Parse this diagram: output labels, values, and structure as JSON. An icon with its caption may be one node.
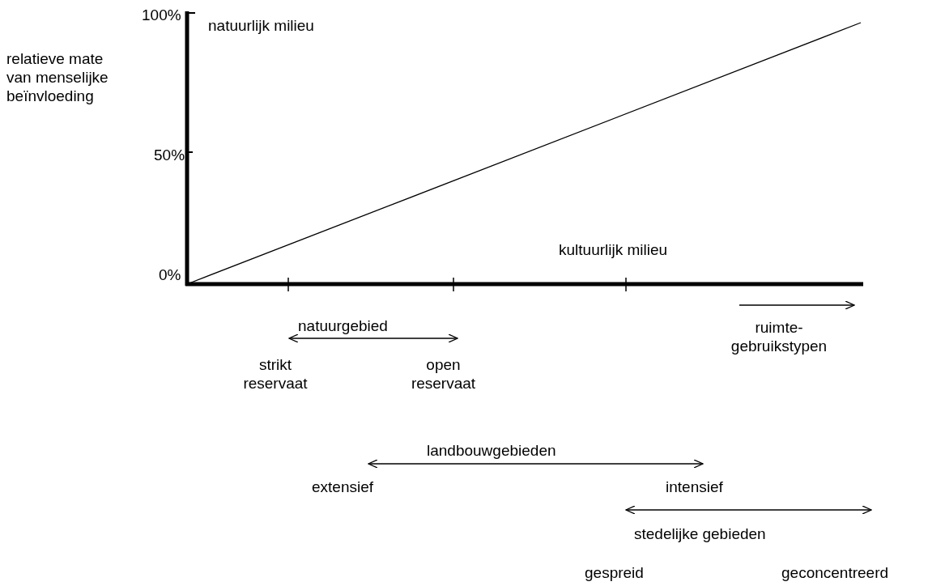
{
  "diagram": {
    "labels": [
      "100%",
      "relatieve mate van menselijke beïnvloeding",
      "natuurlijk milieu",
      "50%",
      "kultuurlijk milieu",
      "0%",
      "natuurgebied",
      "ruimte- gebruikstypen",
      "strikt reservaat",
      "open reservaat",
      "landbouwgebieden",
      "extensief",
      "intensief",
      "stedelijke gebieden",
      "gespreid",
      "geconcentreerd"
    ]
  }
}
